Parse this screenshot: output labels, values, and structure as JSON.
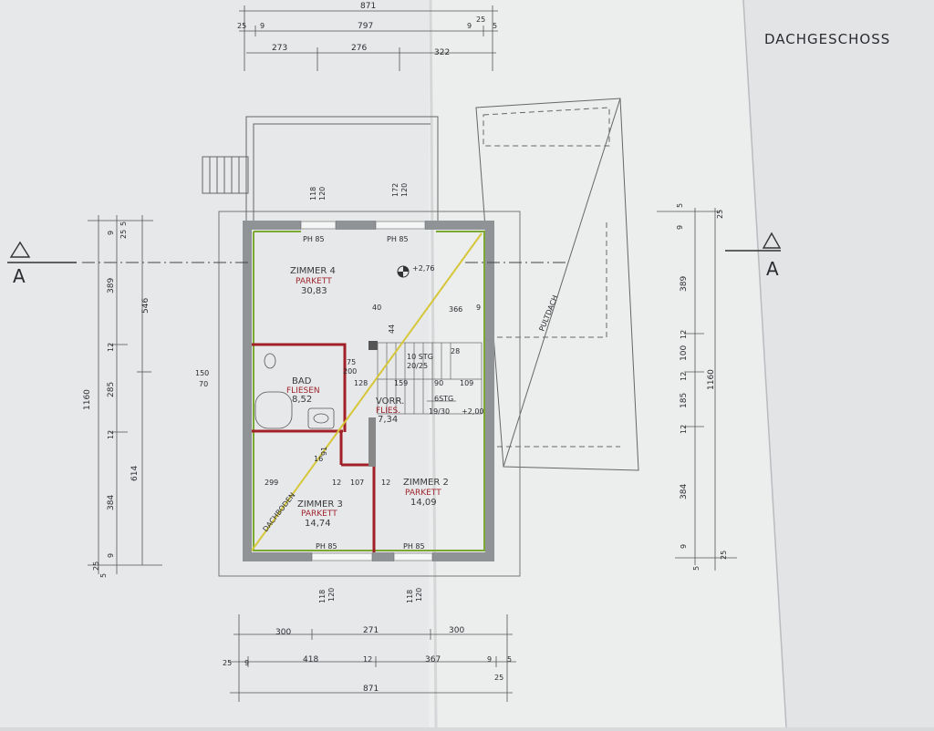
{
  "title": "DACHGESCHOSS",
  "section_marker": {
    "letter": "A"
  },
  "top_dims": {
    "total": "871",
    "row2": [
      "25",
      "9",
      "797",
      "9",
      "25",
      "5"
    ],
    "row3": [
      "273",
      "276",
      "322"
    ]
  },
  "bottom_dims": {
    "row1": [
      "300",
      "271",
      "300"
    ],
    "row2": [
      "25",
      "9",
      "418",
      "12",
      "367",
      "9",
      "5"
    ],
    "row3a": "25",
    "total": "871"
  },
  "left_dims": {
    "total": "1160",
    "a": [
      "5",
      "25",
      "9",
      "389",
      "12",
      "285",
      "12",
      "384",
      "9",
      "25",
      "5"
    ],
    "b": [
      "546",
      "614"
    ]
  },
  "right_dims": {
    "total": "1160",
    "a": [
      "5",
      "25",
      "9",
      "389",
      "12",
      "100",
      "12",
      "185",
      "12",
      "384",
      "9",
      "25",
      "5"
    ]
  },
  "windows": {
    "top": [
      "118",
      "120",
      "172",
      "120"
    ],
    "bottom": [
      "118",
      "120",
      "118",
      "120"
    ],
    "ph_top": [
      "PH 85",
      "PH 85"
    ],
    "ph_bottom": [
      "PH 85",
      "PH 85"
    ]
  },
  "rooms": {
    "zimmer4": {
      "name": "ZIMMER 4",
      "floor": "PARKETT",
      "area": "30,83"
    },
    "bad": {
      "name": "BAD",
      "floor": "FLIESEN",
      "area": "8,52"
    },
    "vorr": {
      "name": "VORR.",
      "floor": "FLIES.",
      "area": "7,34"
    },
    "zimmer3": {
      "name": "ZIMMER 3",
      "floor": "PARKETT",
      "area": "14,74"
    },
    "zimmer2": {
      "name": "ZIMMER 2",
      "floor": "PARKETT",
      "area": "14,09"
    }
  },
  "labels": {
    "level": "+2,76",
    "level2": "+2,00",
    "stairs1": "10 STG",
    "stairs1b": "20/25",
    "stairs2": "6STG",
    "stairs2b": "19/30",
    "pultdach": "PULTDACH",
    "dachboden": "DACHBODEN",
    "d366": "366",
    "d159": "159",
    "d90": "90",
    "d109": "109",
    "d9": "9",
    "d128": "128",
    "d150": "150",
    "d70": "70",
    "d75": "75",
    "d200": "200",
    "d299": "299",
    "d107": "107",
    "d12a": "12",
    "d12b": "12",
    "d16": "16",
    "d91": "91",
    "d40": "40",
    "d44": "44",
    "d28": "28"
  }
}
